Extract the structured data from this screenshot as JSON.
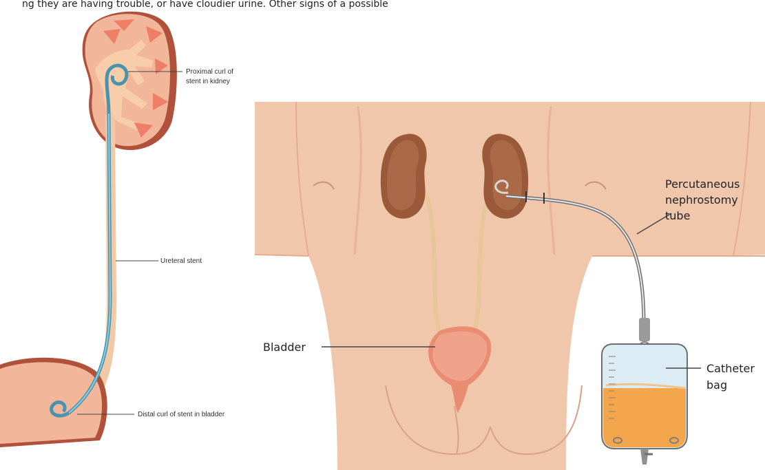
{
  "top_text": "ng they are having trouble, or have cloudier urine. Other signs of a possible",
  "left_diagram": {
    "labels": {
      "proximal_line1": "Proximal curl of",
      "proximal_line2": "stent in kidney",
      "ureteral": "Ureteral stent",
      "distal": "Distal curl of stent in bladder"
    }
  },
  "right_diagram": {
    "labels": {
      "nephrostomy_line1": "Percutaneous",
      "nephrostomy_line2": "nephrostomy",
      "nephrostomy_line3": "tube",
      "bladder": "Bladder",
      "catheter_line1": "Catheter",
      "catheter_line2": "bag"
    }
  },
  "colors": {
    "skin": "#f1c7ac",
    "skin_shadow": "#e2ad8e",
    "kidney": "#9a5a3a",
    "kidney_left_panel": "#f2b79a",
    "renal_pyramid": "#ee7e66",
    "collecting_system": "#f7cdaa",
    "ureter": "#e8c69a",
    "stent": "#5aa5c0",
    "bladder": "#e88c72",
    "bag_liquid": "#f3a64b",
    "bag_top": "#dcecf5",
    "tube_gray": "#8e8e8e"
  }
}
